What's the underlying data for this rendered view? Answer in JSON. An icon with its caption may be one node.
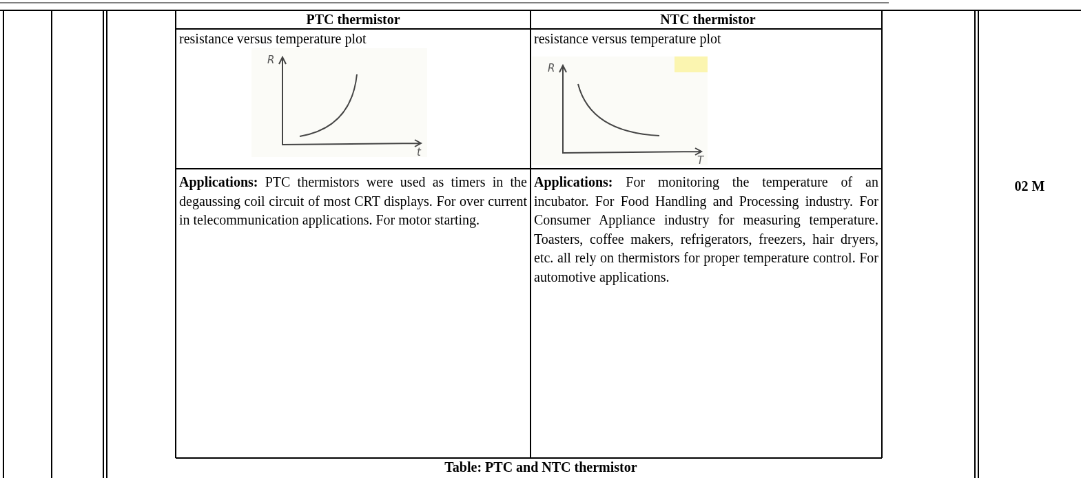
{
  "diagram": {
    "caption": "Table: PTC and NTC thermistor",
    "labels": [
      "PTC thermistor",
      "NTC thermistor",
      "resistance versus temperature plot",
      "R",
      "t",
      "resistance versus temperature plot",
      "R",
      "T",
      "**Applications:** PTC thermistors were used as timers in the degaussing coil circuit of most CRT displays. For over current in telecommunication applications. For motor starting.",
      "**Applications:** For monitoring the temperature of an incubator. For Food Handling and Processing industry. For Consumer Appliance industry for measuring temperature. Toasters, coffee makers, refrigerators, freezers, hair dryers, etc. all rely on thermistors for proper temperature control. For automotive applications.",
      "02 M"
    ]
  }
}
